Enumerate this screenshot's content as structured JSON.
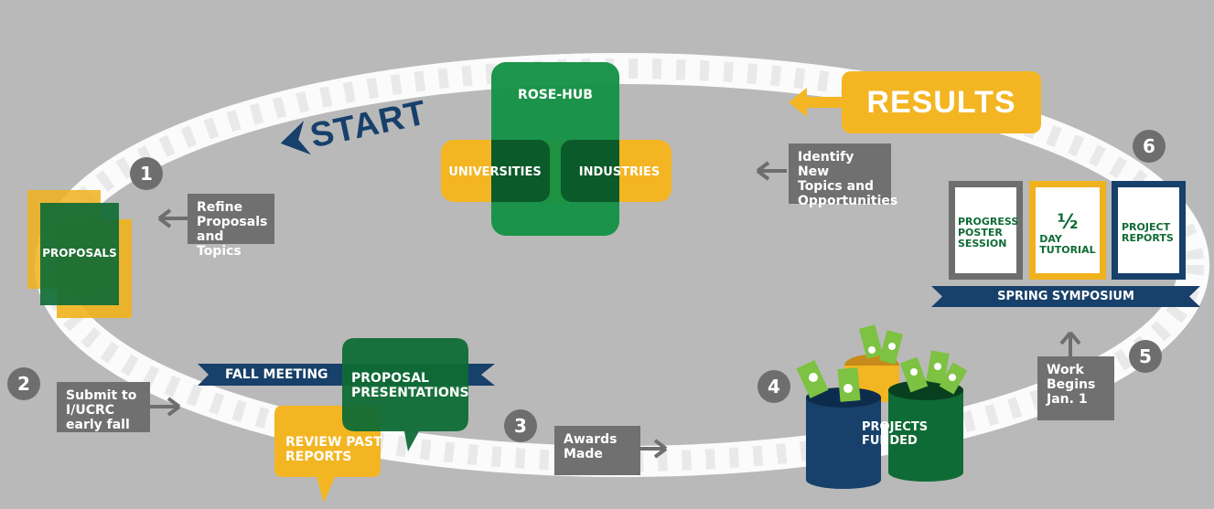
{
  "start_label": "START",
  "results_label": "RESULTS",
  "hub": {
    "title": "ROSE-HUB",
    "left": "UNIVERSITIES",
    "right": "INDUSTRIES"
  },
  "steps": [
    {
      "number": "1",
      "label": "Refine\nProposals\nand Topics"
    },
    {
      "number": "2",
      "label": "Submit to\nI/UCRC\nearly fall"
    },
    {
      "number": "3",
      "label": "Awards\nMade"
    },
    {
      "number": "4",
      "label": "PROJECTS\nFUNDED"
    },
    {
      "number": "5",
      "label": "Work\nBegins\nJan. 1"
    },
    {
      "number": "6",
      "label": "Identify New\nTopics and\nOpportunities"
    }
  ],
  "proposals_label": "PROPOSALS",
  "fall_meeting": {
    "title": "FALL MEETING",
    "bubble_green": "PROPOSAL\nPRESENTATIONS",
    "bubble_yellow": "REVIEW PAST\nREPORTS"
  },
  "spring_symposium": {
    "title": "SPRING SYMPOSIUM",
    "panels": [
      {
        "text": "PROGRESS\nPOSTER\nSESSION",
        "color": "#6e6e6e"
      },
      {
        "big": "½",
        "text": "DAY\nTUTORIAL",
        "color": "#f0b21c"
      },
      {
        "text": "PROJECT\nREPORTS",
        "color": "#17406a"
      }
    ]
  },
  "colors": {
    "background": "#b9b9b9",
    "green": "#0f6b35",
    "yellow": "#f3b521",
    "navy": "#17406a",
    "gray": "#707070",
    "light_green": "#7dc242"
  }
}
